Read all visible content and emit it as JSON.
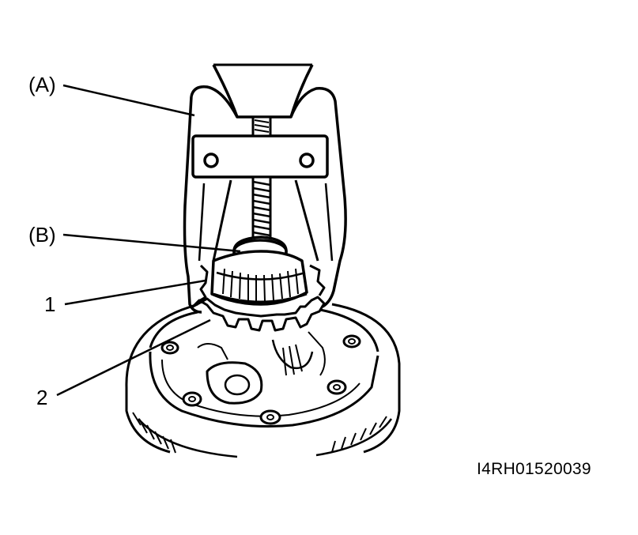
{
  "callouts": {
    "a": "(A)",
    "b": "(B)",
    "one": "1",
    "two": "2"
  },
  "figure_id": "I4RH01520039",
  "colors": {
    "ink": "#000000",
    "paper": "#ffffff"
  }
}
